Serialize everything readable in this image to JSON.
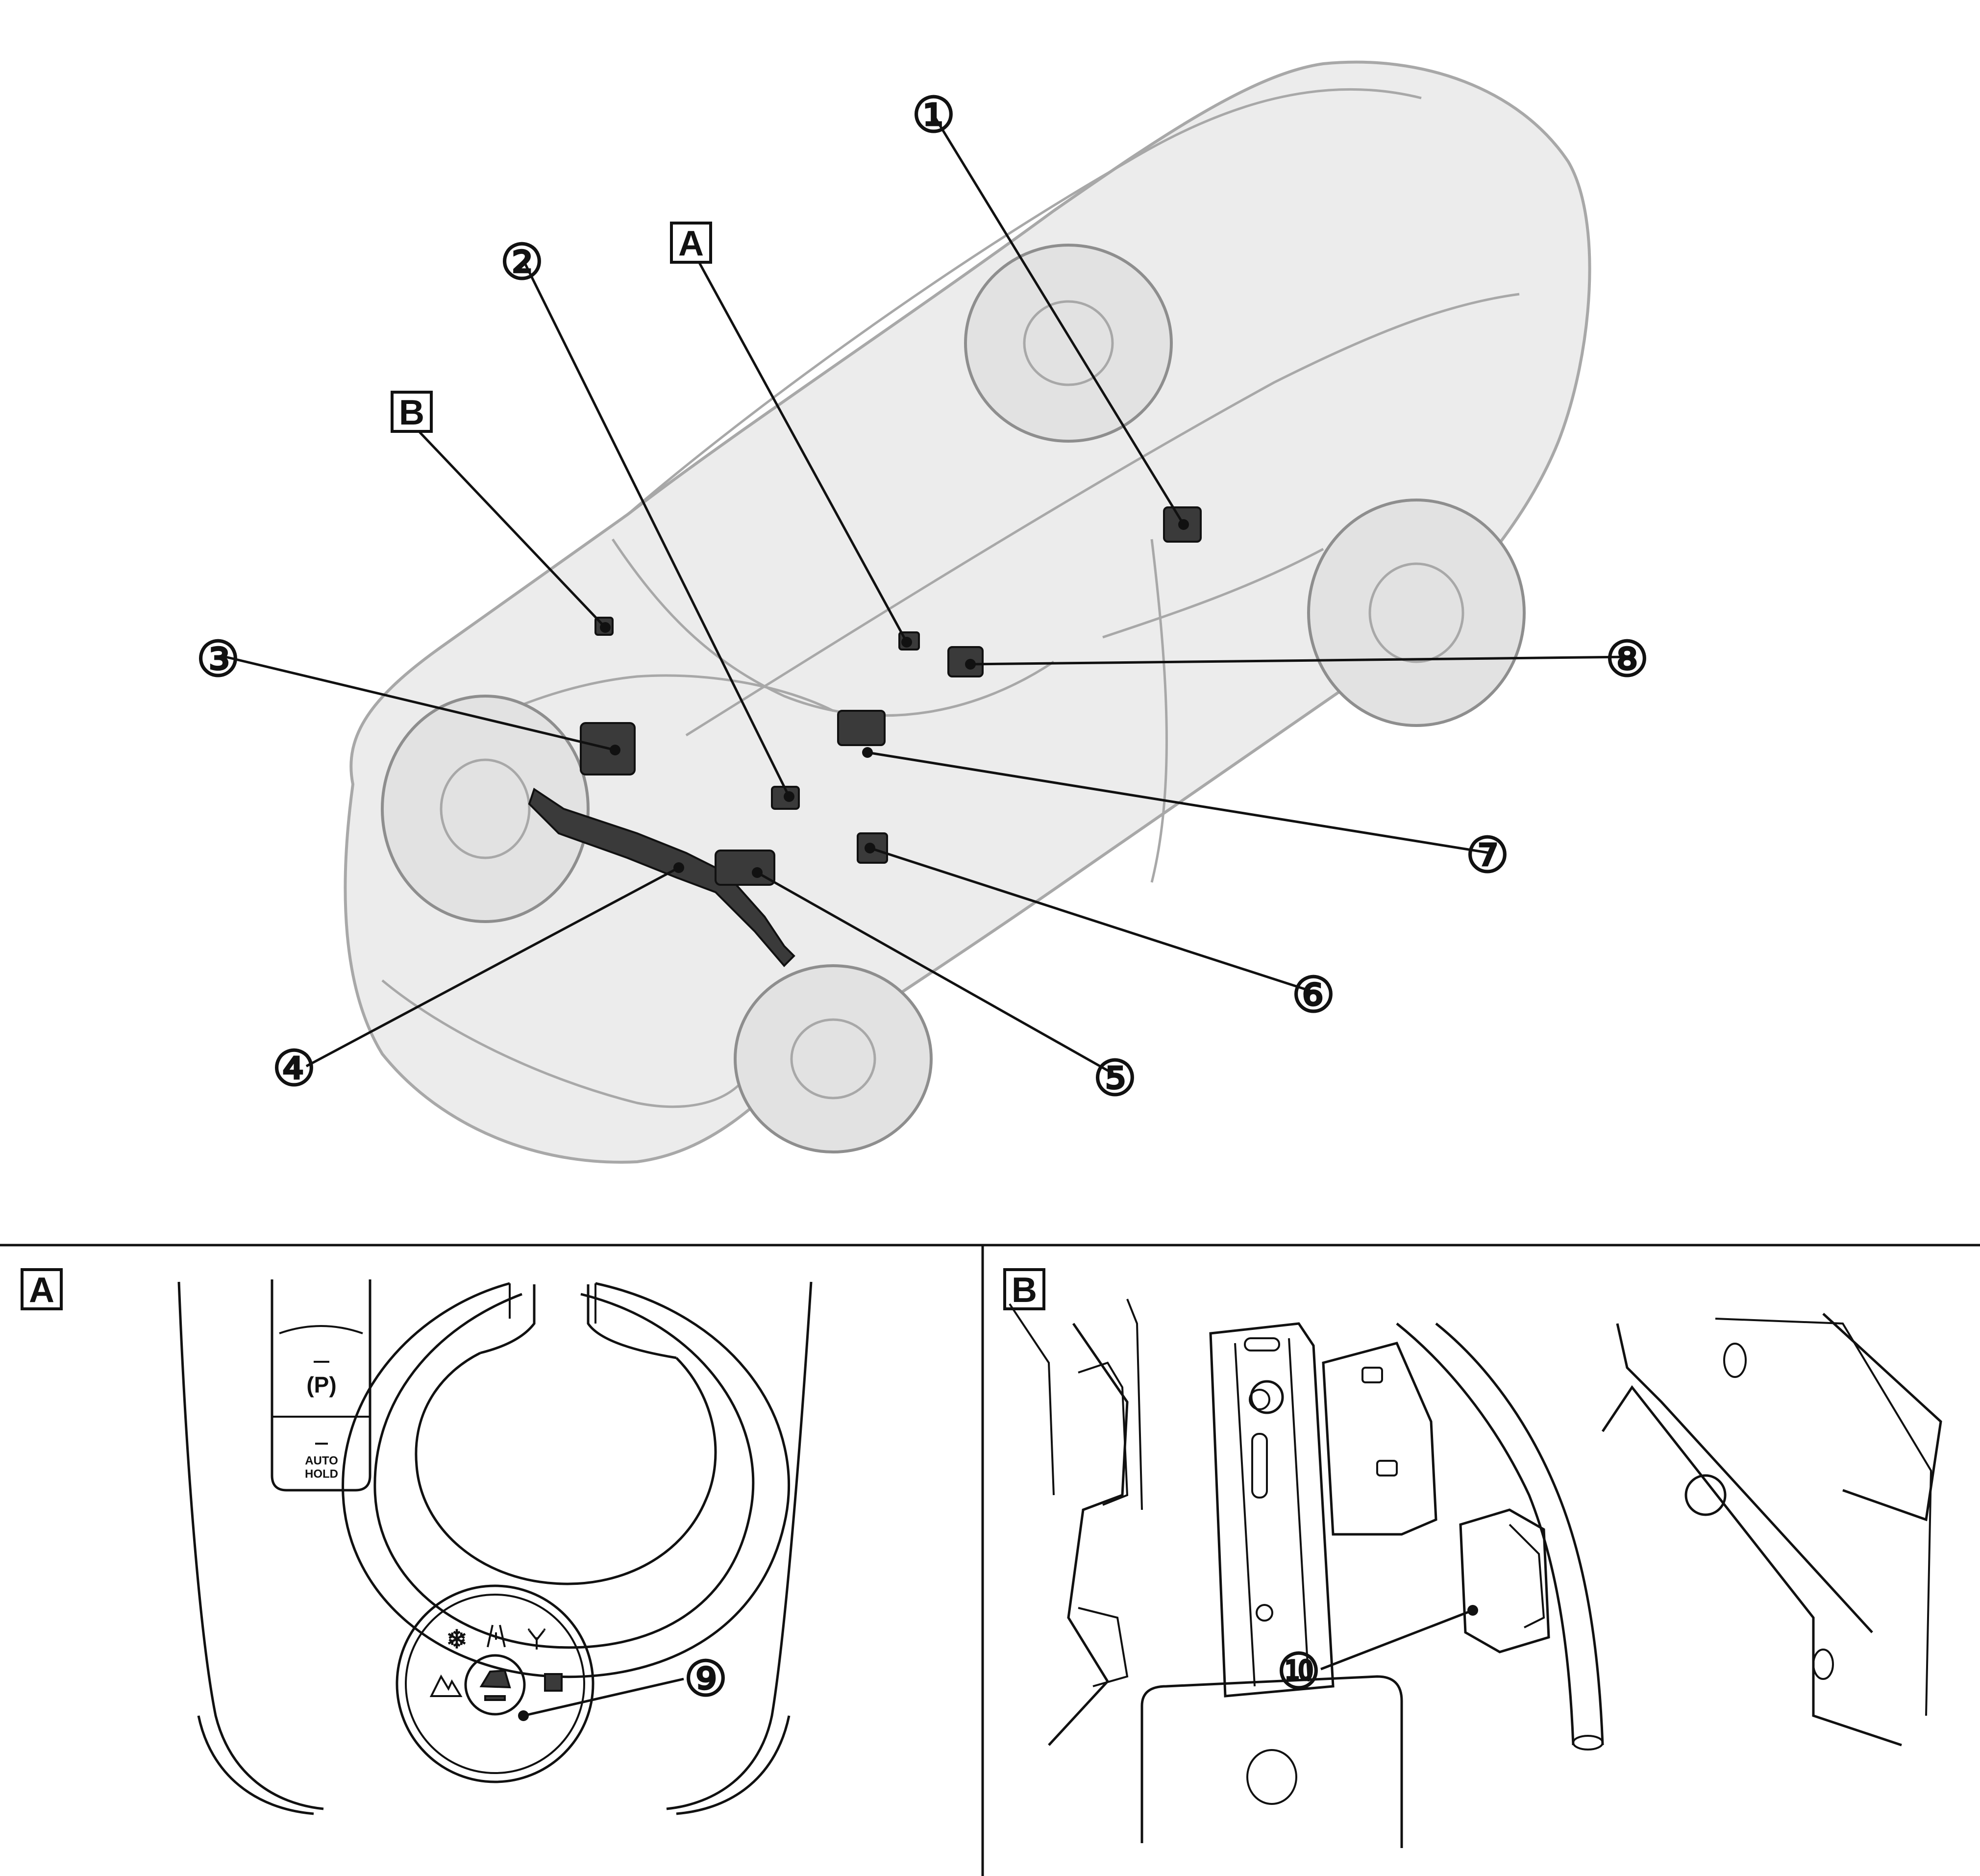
{
  "callouts": [
    {
      "id": "c1",
      "label": "①"
    },
    {
      "id": "c2",
      "label": "②"
    },
    {
      "id": "c3",
      "label": "③"
    },
    {
      "id": "c4",
      "label": "④"
    },
    {
      "id": "c5",
      "label": "⑤"
    },
    {
      "id": "c6",
      "label": "⑥"
    },
    {
      "id": "c7",
      "label": "⑦"
    },
    {
      "id": "c8",
      "label": "⑧"
    },
    {
      "id": "c9",
      "label": "⑨"
    },
    {
      "id": "c10",
      "label": "⑩"
    }
  ],
  "view_refs": {
    "a": "A",
    "b": "B"
  },
  "panel_a": {
    "label": "A",
    "parking_symbol": "(P)",
    "auto_hold_line1": "AUTO",
    "auto_hold_line2": "HOLD",
    "dial_icons": [
      "snowflake-icon",
      "rough-road-icon",
      "eco-leaf-icon",
      "checkered-flag-icon",
      "mountain-icon",
      "vehicle-on-slope-icon"
    ]
  },
  "panel_b": {
    "label": "B"
  }
}
